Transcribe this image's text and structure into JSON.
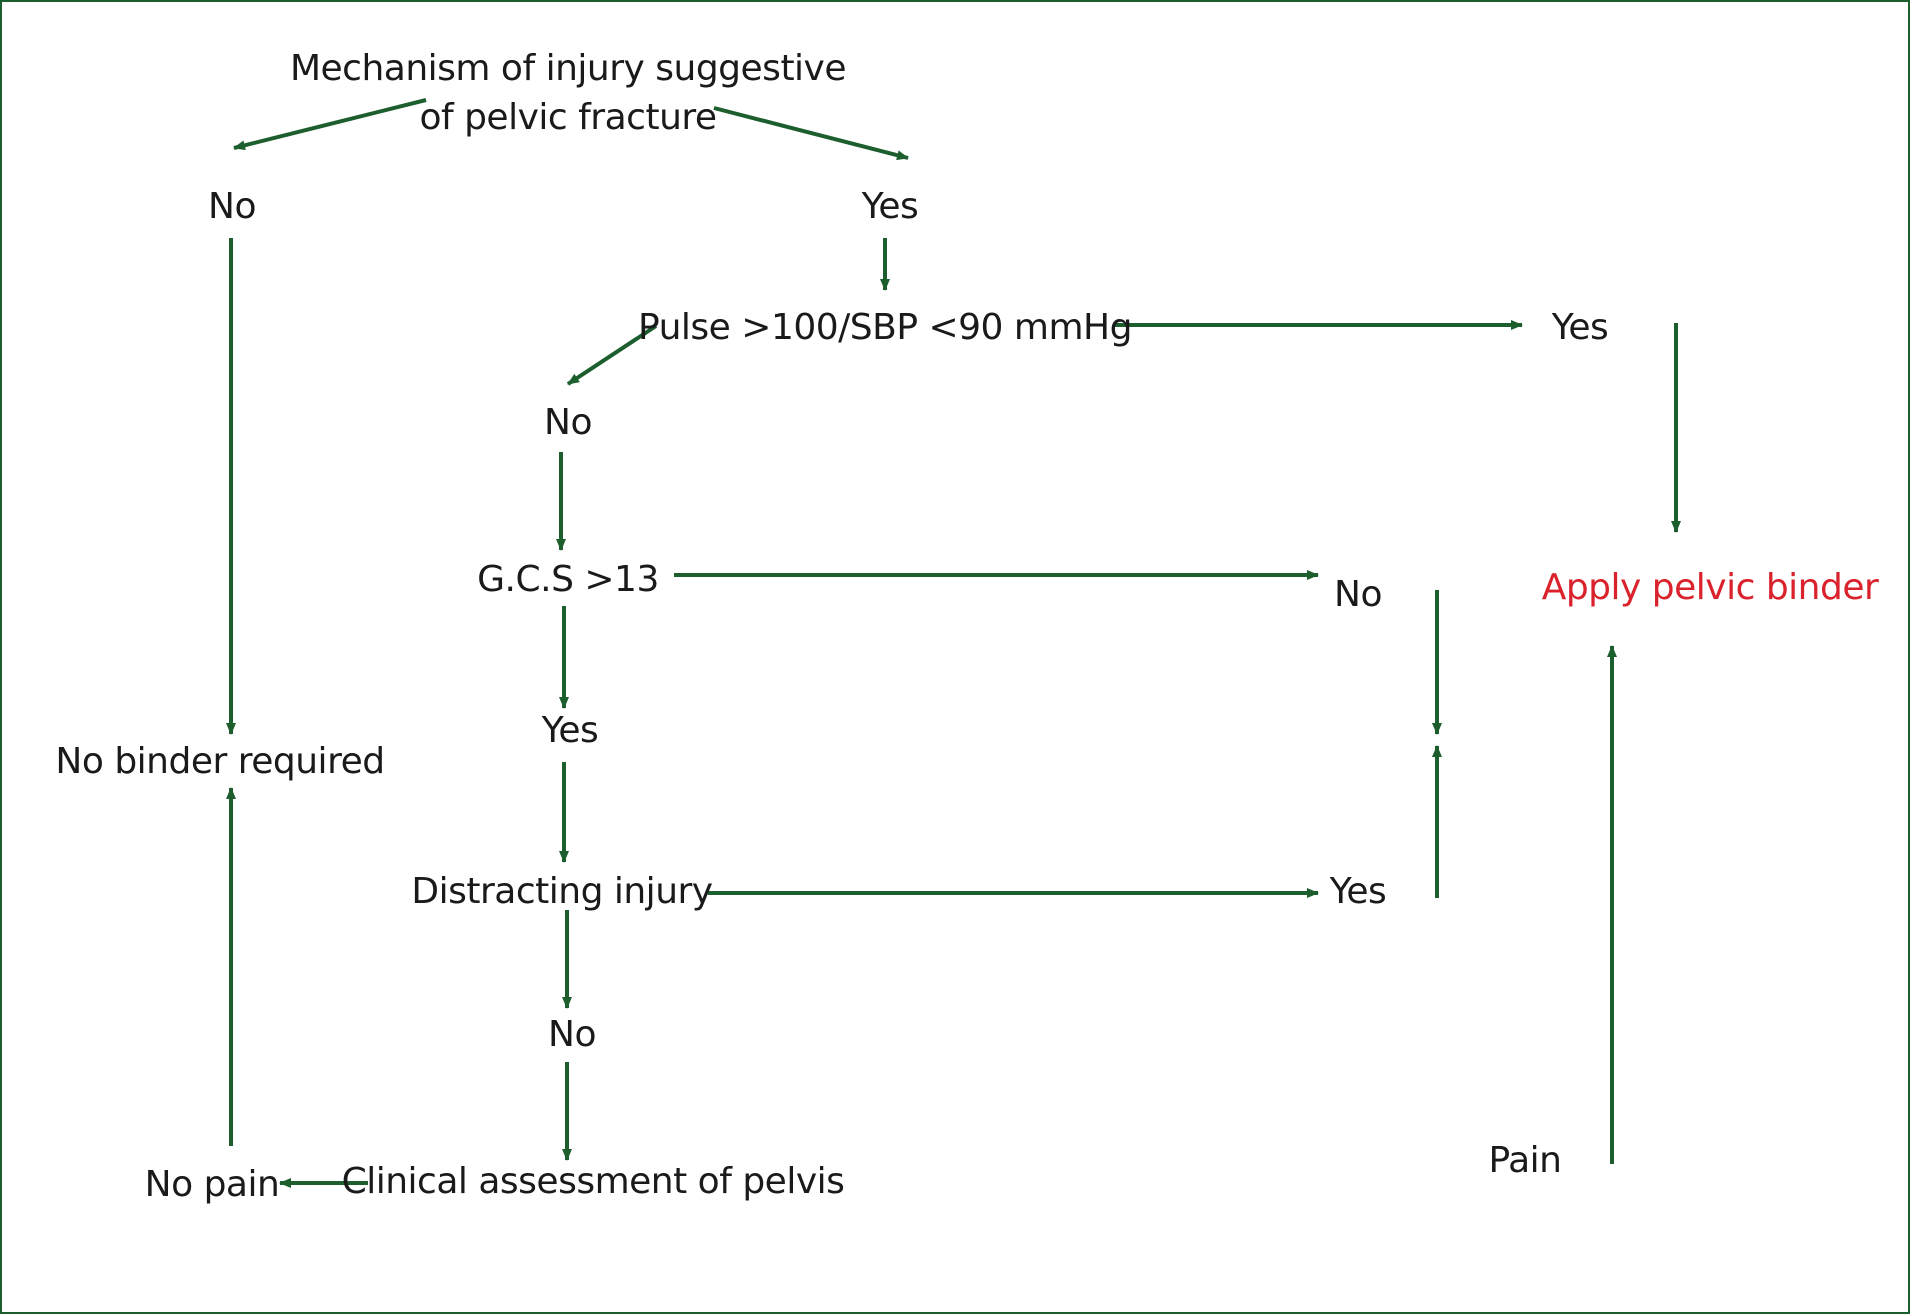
{
  "colors": {
    "arrow": "#1d5e2f",
    "text": "#1a1a1a",
    "highlight": "#d9222b"
  },
  "nodes": {
    "mechanism_line1": "Mechanism of injury suggestive",
    "mechanism_line2": "of pelvic fracture",
    "mechanism_no": "No",
    "mechanism_yes": "Yes",
    "pulse": "Pulse >100/SBP <90 mmHg",
    "pulse_no": "No",
    "pulse_yes": "Yes",
    "gcs": "G.C.S >13",
    "gcs_no": "No",
    "gcs_yes": "Yes",
    "distracting": "Distracting injury",
    "distracting_yes": "Yes",
    "distracting_no": "No",
    "clinical": "Clinical assessment of pelvis",
    "no_pain": "No pain",
    "pain": "Pain",
    "no_binder": "No binder required",
    "apply_binder": "Apply pelvic binder"
  }
}
